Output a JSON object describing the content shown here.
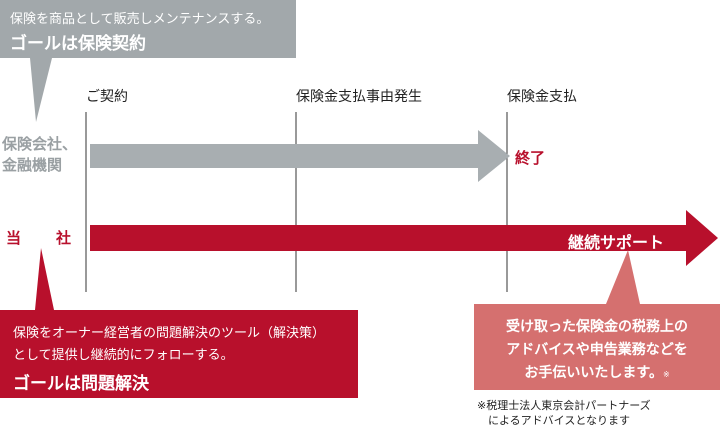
{
  "colors": {
    "grey_callout": "#a2a8ab",
    "grey_arrow": "#a8aeb1",
    "red_arrow": "#b8102c",
    "red_callout": "#b8102c",
    "pink_callout": "#d5706f",
    "timeline_line": "#333333"
  },
  "top_callout": {
    "subtitle": "保険を商品として販売しメンテナンスする。",
    "title": "ゴールは保険契約"
  },
  "milestones": [
    "ご契約",
    "保険金支払事由発生",
    "保険金支払"
  ],
  "rows": {
    "insurer_line1": "保険会社、",
    "insurer_line2": "金融機関",
    "ours_char1": "当",
    "ours_char2": "社"
  },
  "end_label": "終了",
  "support_label": "継続サポート",
  "bottom_left_callout": {
    "line1": "保険をオーナー経営者の問題解決のツール（解決策）",
    "line2": "として提供し継続的にフォローする。",
    "title": "ゴールは問題解決"
  },
  "bottom_right_callout": {
    "line1": "受け取った保険金の税務上の",
    "line2": "アドバイスや申告業務などを",
    "line3": "お手伝いいたします。",
    "mark": "※"
  },
  "footnote": {
    "line1": "※税理士法人東京会計パートナーズ",
    "line2": "によるアドバイスとなります"
  }
}
